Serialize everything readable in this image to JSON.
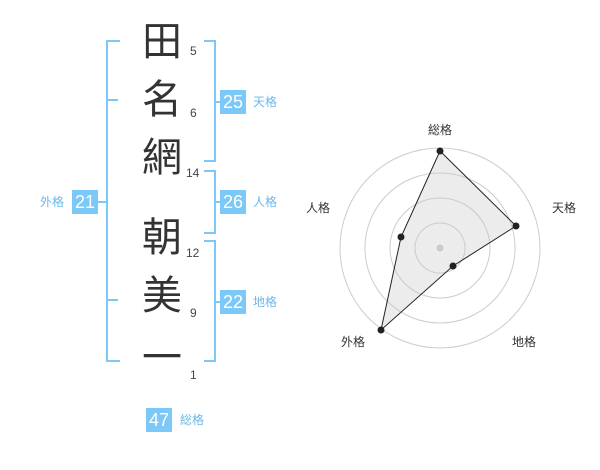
{
  "name_chars": [
    "田",
    "名",
    "網",
    "朝",
    "美",
    "一"
  ],
  "strokes": [
    "5",
    "6",
    "14",
    "12",
    "9",
    "1"
  ],
  "tenkaku": {
    "value": "25",
    "label": "天格"
  },
  "jinkaku": {
    "value": "26",
    "label": "人格"
  },
  "chikaku": {
    "value": "22",
    "label": "地格"
  },
  "gaikaku": {
    "value": "21",
    "label": "外格"
  },
  "soukaku": {
    "value": "47",
    "label": "総格"
  },
  "radar": {
    "axis_labels": {
      "top": "総格",
      "right": "天格",
      "bottom_right": "地格",
      "bottom_left": "外格",
      "left": "人格"
    }
  },
  "colors": {
    "accent": "#7cc8f6",
    "label": "#6ab9ea",
    "text": "#333333"
  }
}
